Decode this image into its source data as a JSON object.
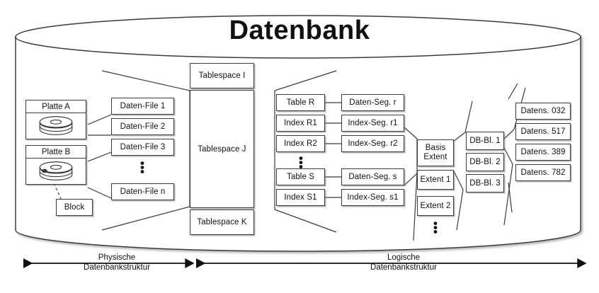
{
  "diagram": {
    "title": "Datenbank",
    "title_icon": "database-cylinder",
    "physical": {
      "disks": [
        {
          "label": "Platte A",
          "icon": "disk-platter-stack"
        },
        {
          "label": "Platte B",
          "icon": "disk-platter-stack"
        }
      ],
      "block": {
        "label": "Block"
      },
      "datafiles": [
        {
          "label": "Daten-File 1"
        },
        {
          "label": "Daten-File 2"
        },
        {
          "label": "Daten-File 3"
        },
        {
          "label": "Daten-File n"
        }
      ],
      "datafiles_ellipsis": "vertical-ellipsis"
    },
    "tablespaces": [
      {
        "label": "Tablespace I"
      },
      {
        "label": "Tablespace J"
      },
      {
        "label": "Tablespace K"
      }
    ],
    "objects": [
      {
        "label": "Table R"
      },
      {
        "label": "Index R1"
      },
      {
        "label": "Index R2"
      },
      {
        "label": "Table S"
      },
      {
        "label": "Index S1"
      }
    ],
    "objects_ellipsis": "vertical-ellipsis",
    "segments": [
      {
        "label": "Daten-Seg. r"
      },
      {
        "label": "Index-Seg. r1"
      },
      {
        "label": "Index-Seg. r2"
      },
      {
        "label": "Daten-Seg. s"
      },
      {
        "label": "Index-Seg. s1"
      }
    ],
    "extents": [
      {
        "label_line1": "Basis",
        "label_line2": "Extent"
      },
      {
        "label": "Extent 1"
      },
      {
        "label": "Extent 2"
      }
    ],
    "extents_ellipsis": "vertical-ellipsis",
    "db_blocks": [
      {
        "label": "DB-Bl. 1"
      },
      {
        "label": "DB-Bl. 2"
      },
      {
        "label": "DB-Bl. 3"
      }
    ],
    "records": [
      {
        "label": "Datens. 032"
      },
      {
        "label": "Datens. 517"
      },
      {
        "label": "Datens. 389"
      },
      {
        "label": "Datens. 782"
      }
    ],
    "axes": [
      {
        "line1": "Physische",
        "line2": "Datenbankstruktur"
      },
      {
        "line1": "Logische",
        "line2": "Datenbankstruktur"
      }
    ],
    "colors": {
      "stroke": "#3b3b3b",
      "text": "#111111",
      "background": "#ffffff",
      "shadow": "rgba(130,130,130,0.55)"
    }
  }
}
